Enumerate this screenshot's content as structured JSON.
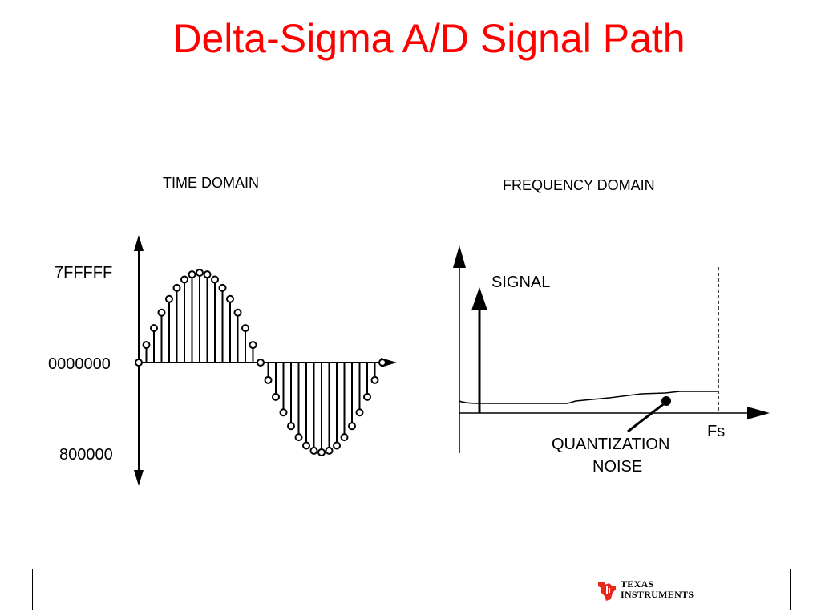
{
  "slide": {
    "title": "Delta-Sigma A/D Signal Path"
  },
  "time_domain": {
    "heading": "TIME DOMAIN",
    "y_labels": {
      "top": "7FFFFF",
      "mid": "0000000",
      "bottom": "800000"
    }
  },
  "frequency_domain": {
    "heading": "FREQUENCY DOMAIN",
    "signal_label": "SIGNAL",
    "noise_label_line1": "QUANTIZATION",
    "noise_label_line2": "NOISE",
    "fs_label": "Fs"
  },
  "footer": {
    "logo_line1": "TEXAS",
    "logo_line2": "INSTRUMENTS",
    "logo_color": "#e8291c"
  },
  "colors": {
    "title": "#ff0000",
    "ink": "#000000"
  }
}
